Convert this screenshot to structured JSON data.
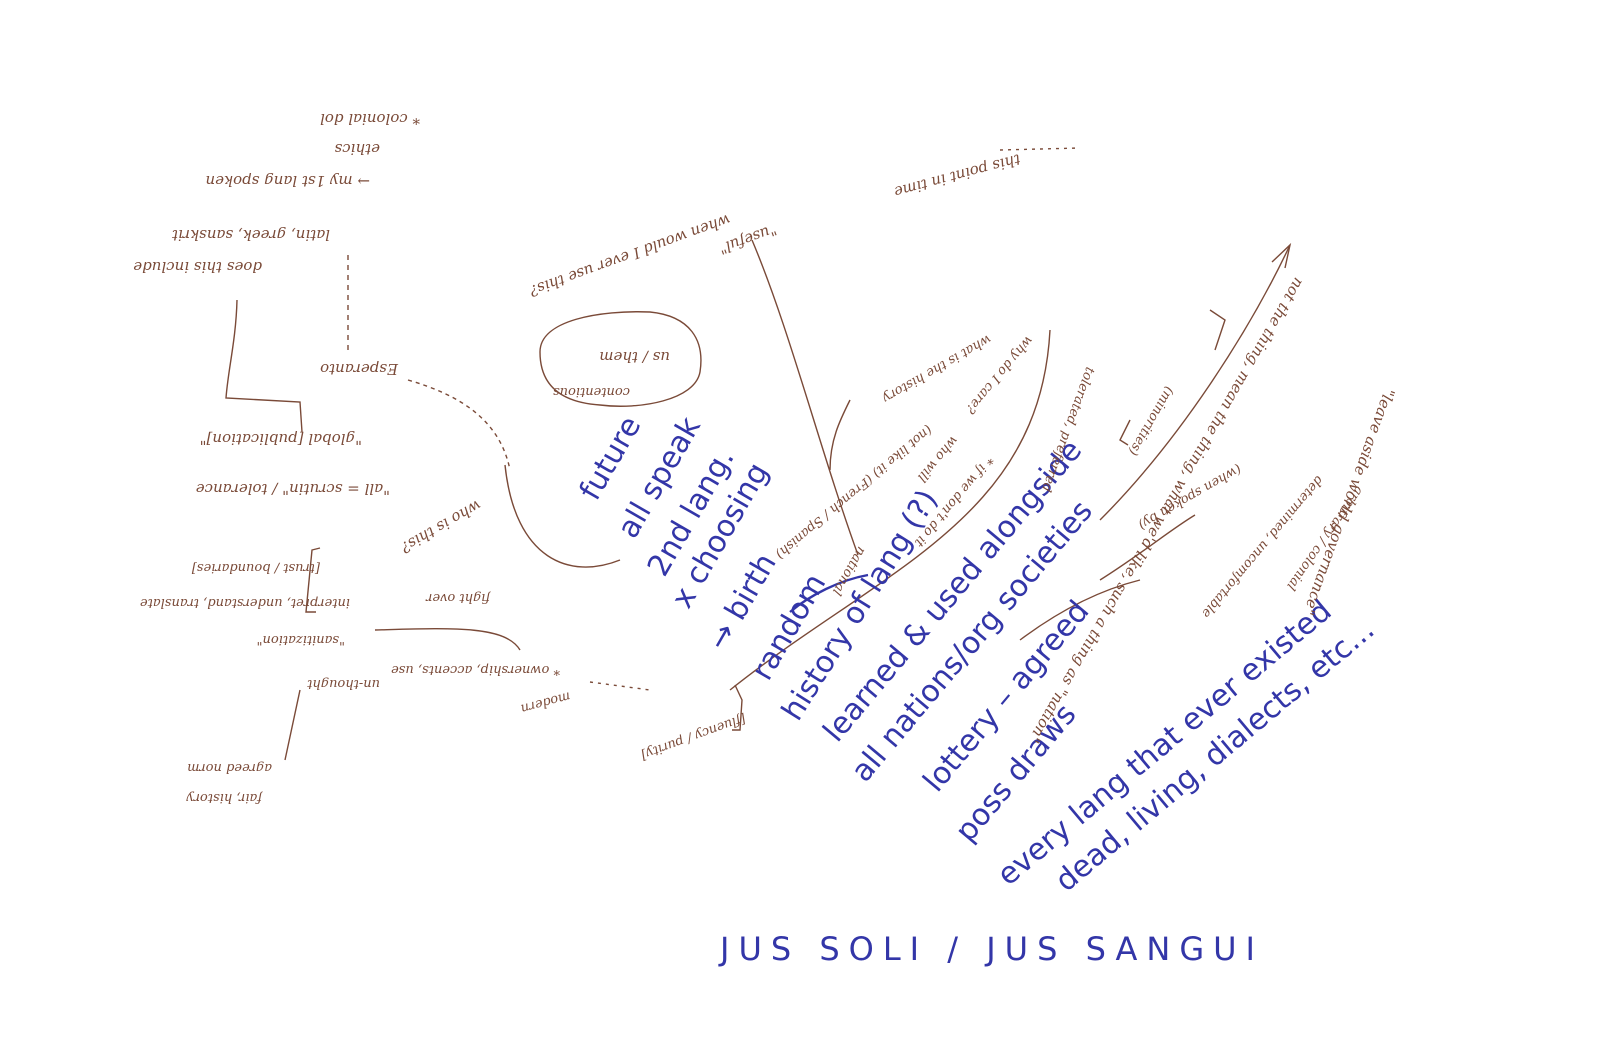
{
  "colors": {
    "brown_ink": "#7a4a38",
    "blue_ink": "#3336a8",
    "paper": "#ffffff"
  },
  "blue_notes": {
    "future": "future",
    "all_speak": "all speak",
    "second_lang": "2nd lang.",
    "choosing": "x choosing",
    "birth": "→ birth",
    "random": "random",
    "history": "history of lang (?)",
    "learned": "learned & used alongside",
    "nations": "all nations/org societies",
    "lottery": "lottery – agreed",
    "poss_draws": "poss draws",
    "every_lang": "every lang that ever existed",
    "dead_living": "dead, living, dialects, etc...",
    "caption": "JUS SOLI / JUS SANGUI"
  },
  "brown_notes": {
    "n1": "* colonial dol",
    "n2": "ethics",
    "n3": "→ my 1st lang spoken",
    "n4": "latin, greek, sanskrit",
    "n5": "does this include",
    "n6": "Esperanto",
    "n7": "\"useful\"",
    "n8": "when would I ever use this?",
    "n9": "this point in time",
    "n10": "not the thing, mean the thing, what we'd like, such a thing as \"nation\"",
    "n11": "\"leave aside world governance\"",
    "n12": "us / them",
    "n13": "contentious",
    "n14": "\"global [publication]\"",
    "n15": "\"all = scrutin\" / tolerance",
    "n16": "who is this?",
    "n17": "what is the history",
    "n18": "why do I care?",
    "n19": "(not like it) (French / Spanish)",
    "n20": "who will",
    "n21": "* if we don't do it",
    "n22": "national",
    "n23": "(minorities)",
    "n24": "tolerated, preferred",
    "n25": "(when spoken by)",
    "n26": "determined, uncomfortable",
    "n27": "arbitrary / colonial",
    "n28": "interpret, understand, translate",
    "n29": "fight over",
    "n30": "\"sanitization\"",
    "n31": "* ownership, accents, use",
    "n32": "un-thought",
    "n33": "modern",
    "n34": "[fluency / purity]",
    "n35": "agreed norm",
    "n36": "fair, history",
    "n37": "[trust / boundaries]"
  }
}
